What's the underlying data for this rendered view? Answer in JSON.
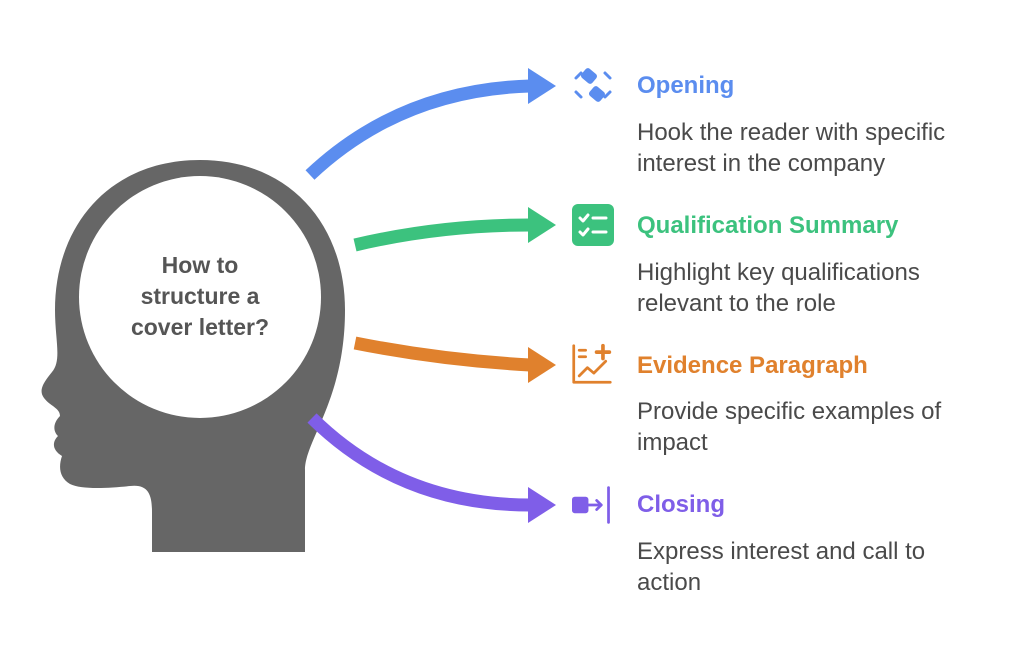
{
  "center": {
    "lines": [
      "How to",
      "structure a",
      "cover letter?"
    ]
  },
  "items": [
    {
      "title": "Opening",
      "description_lines": [
        "Hook the reader with specific",
        "interest in the company"
      ],
      "color": "#5B8DEF",
      "icon": "handshake-icon"
    },
    {
      "title": "Qualification Summary",
      "description_lines": [
        "Highlight key qualifications",
        "relevant to the role"
      ],
      "color": "#3CC27E",
      "icon": "checklist-icon"
    },
    {
      "title": "Evidence Paragraph",
      "description_lines": [
        "Provide specific examples of",
        "impact"
      ],
      "color": "#E0812D",
      "icon": "chart-plus-icon"
    },
    {
      "title": "Closing",
      "description_lines": [
        "Express interest and call to",
        "action"
      ],
      "color": "#7F5EE8",
      "icon": "exit-icon"
    }
  ],
  "head_color": "#666666"
}
